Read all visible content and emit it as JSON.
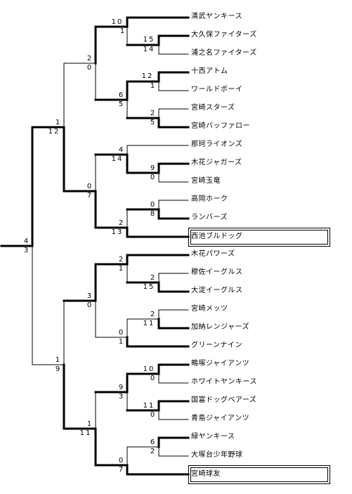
{
  "teams": [
    "清武ヤンキース",
    "大久保ファイターズ",
    "浦之名ファイターズ",
    "十西アトム",
    "ワールドボーイ",
    "宮崎スターズ",
    "宮崎バッファロー",
    "那珂ライオンズ",
    "木花ジャガーズ",
    "宮崎玉竜",
    "高岡ホーク",
    "ランバーズ",
    "西池ブルドッグ",
    "木花パワーズ",
    "穆佐イーグルス",
    "大淀イーグルス",
    "宮崎メッツ",
    "加納レンジャーズ",
    "グリーンナイン",
    "鴫塚ジャイアンツ",
    "ホワイトヤンキース",
    "国富ドッグベアーズ",
    "青島ジャイアンツ",
    "緑ヤンキース",
    "大塚台少年野球",
    "宮崎球友"
  ],
  "finalists": [
    "西池ブルドッグ",
    "宮崎球友"
  ],
  "matches": [
    {
      "id": "m_okubo_urano",
      "top": "15",
      "bottom": "14"
    },
    {
      "id": "m_kiyotake",
      "top": "10",
      "bottom": "1"
    },
    {
      "id": "m_jusai_world",
      "top": "12",
      "bottom": "1"
    },
    {
      "id": "m_stars_buffalo",
      "top": "2",
      "bottom": "5"
    },
    {
      "id": "m_q1_2",
      "top": "6",
      "bottom": "5"
    },
    {
      "id": "m_r3_top",
      "top": "2",
      "bottom": "0"
    },
    {
      "id": "m_kibana_gyokuryu",
      "top": "9",
      "bottom": "0"
    },
    {
      "id": "m_naka",
      "top": "4",
      "bottom": "14"
    },
    {
      "id": "m_takaoka_lumbers",
      "top": "0",
      "bottom": "8"
    },
    {
      "id": "m_nishiike",
      "top": "2",
      "bottom": "13"
    },
    {
      "id": "m_r3_q2",
      "top": "0",
      "bottom": "7"
    },
    {
      "id": "m_semi_top",
      "top": "1",
      "bottom": "12"
    },
    {
      "id": "m_mukasa_oyodo",
      "top": "2",
      "bottom": "15"
    },
    {
      "id": "m_kibana_powers",
      "top": "2",
      "bottom": "1"
    },
    {
      "id": "m_mets_kano",
      "top": "2",
      "bottom": "11"
    },
    {
      "id": "m_green",
      "top": "0",
      "bottom": "1"
    },
    {
      "id": "m_r3_q3",
      "top": "3",
      "bottom": "0"
    },
    {
      "id": "m_shigizuka_white",
      "top": "10",
      "bottom": "0"
    },
    {
      "id": "m_kunitomi_aoshima",
      "top": "11",
      "bottom": "0"
    },
    {
      "id": "m_q4_a",
      "top": "9",
      "bottom": "3"
    },
    {
      "id": "m_midori_otsukadai",
      "top": "6",
      "bottom": "2"
    },
    {
      "id": "m_kyuyu",
      "top": "0",
      "bottom": "7"
    },
    {
      "id": "m_r3_q4",
      "top": "1",
      "bottom": "11"
    },
    {
      "id": "m_semi_bottom",
      "top": "1",
      "bottom": "9"
    },
    {
      "id": "m_final",
      "top": "4",
      "bottom": "3"
    }
  ]
}
